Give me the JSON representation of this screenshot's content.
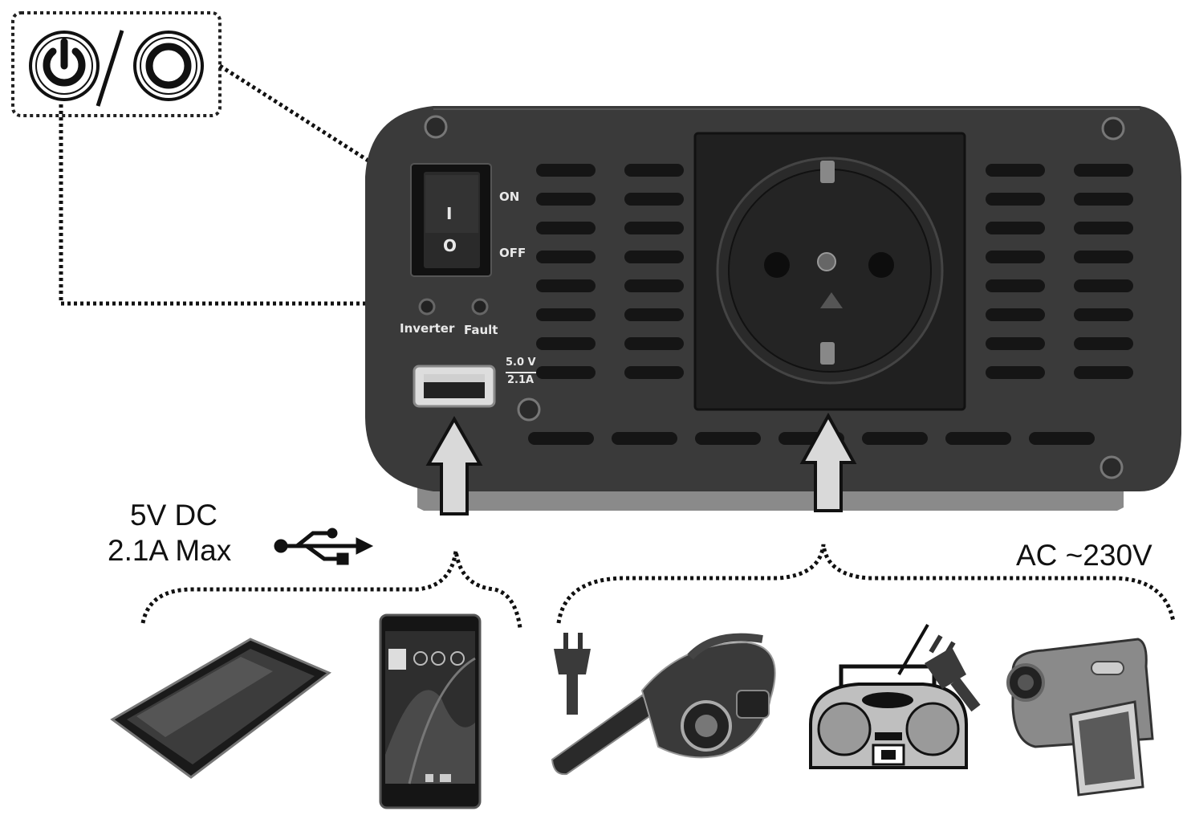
{
  "switch_labels": {
    "on": "ON",
    "off": "OFF"
  },
  "indicator_labels": {
    "inverter": "Inverter",
    "fault": "Fault"
  },
  "usb_rating": {
    "voltage": "5.0 V",
    "current": "2.1A"
  },
  "rocker_marks": {
    "on_mark": "I",
    "off_mark": "O"
  },
  "usb_output": {
    "line1": "5V DC",
    "line2": "2.1A Max"
  },
  "ac_output": {
    "label": "AC ~230V"
  },
  "icons": [
    "power-on-icon",
    "power-off-icon",
    "usb-icon",
    "tablet-icon",
    "smartphone-icon",
    "plug-icon",
    "handheld-vacuum-icon",
    "boombox-radio-icon",
    "camcorder-icon"
  ],
  "colors": {
    "panel": "#3a3a3a",
    "arrow_fill": "#d9d9d9",
    "background": "#ffffff"
  }
}
